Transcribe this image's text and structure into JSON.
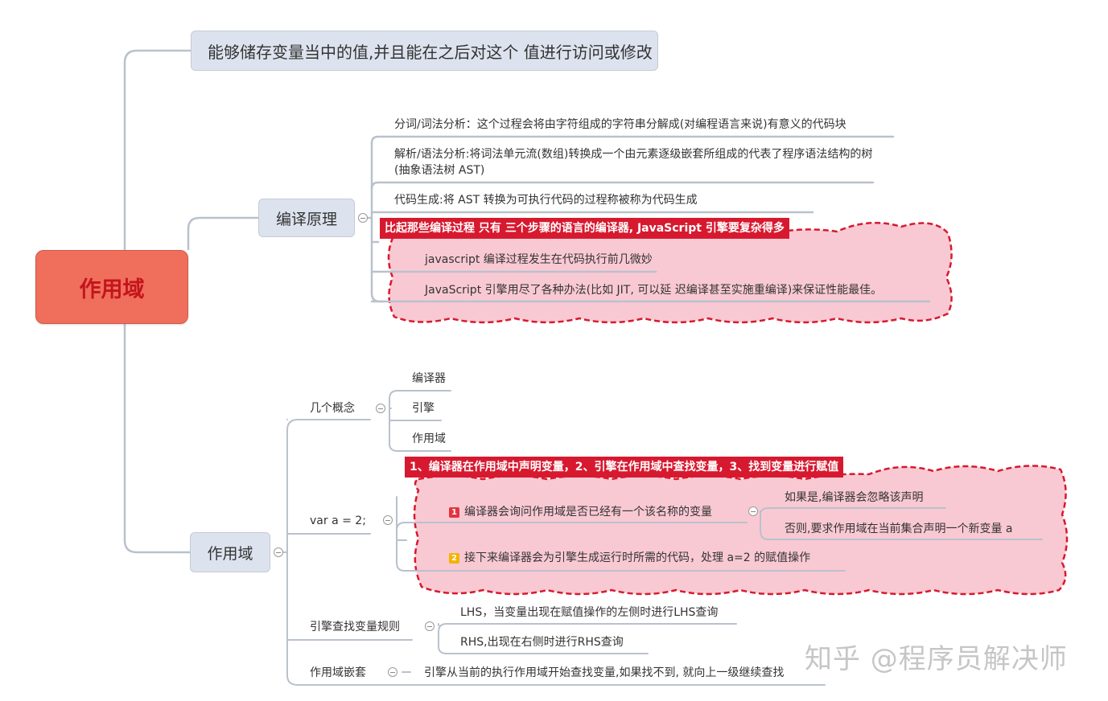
{
  "root": {
    "label": "作用域"
  },
  "node_storage": {
    "label": "能够储存变量当中的值,并且能在之后对这个 值进行访问或修改"
  },
  "compile": {
    "label": "编译原理",
    "items": [
      "分词/词法分析：这个过程会将由字符组成的字符串分解成(对编程语言来说)有意义的代码块",
      "解析/语法分析:将词法单元流(数组)转换成一个由元素逐级嵌套所组成的代表了程序语法结构的树(抽象语法树 AST)",
      "代码生成:将 AST 转换为可执行代码的过程称被称为代码生成",
      "javascript 编译过程发生在代码执行前几微妙",
      "JavaScript 引擎用尽了各种办法(比如 JIT, 可以延 迟编译甚至实施重编译)来保证性能最佳。"
    ],
    "banner": "比起那些编译过程 只有 三个步骤的语言的编译器, JavaScript 引擎要复杂得多"
  },
  "scope": {
    "label": "作用域",
    "concepts": {
      "label": "几个概念",
      "items": [
        "编译器",
        "引擎",
        "作用域"
      ]
    },
    "var_a": {
      "label": "var a = 2;",
      "banner": "1、编译器在作用域中声明变量，2、引擎在作用域中查找变量，3、找到变量进行赋值",
      "step1": {
        "badge": "1",
        "text": "编译器会询问作用域是否已经有一个该名称的变量",
        "yes": "如果是,编译器会忽略该声明",
        "no": "否则,要求作用域在当前集合声明一个新变量 a"
      },
      "step2": {
        "badge": "2",
        "text": "接下来编译器会为引擎生成运行时所需的代码，处理 a=2 的赋值操作"
      }
    },
    "lookup": {
      "label": "引擎查找变量规则",
      "lhs": "LHS，当变量出现在赋值操作的左侧时进行LHS查询",
      "rhs": "RHS,出现在右侧时进行RHS查询"
    },
    "nesting": {
      "label": "作用域嵌套",
      "text": "引擎从当前的执行作用域开始查找变量,如果找不到, 就向上一级继续查找"
    }
  },
  "watermark": "知乎 @程序员解决师",
  "colors": {
    "root_fill": "#ef6f5c",
    "root_text": "#c4151c",
    "box_fill": "#dde3ee",
    "banner_fill": "#d7192f",
    "cloud_fill": "#f9c9d3",
    "cloud_stroke": "#d7192f"
  }
}
